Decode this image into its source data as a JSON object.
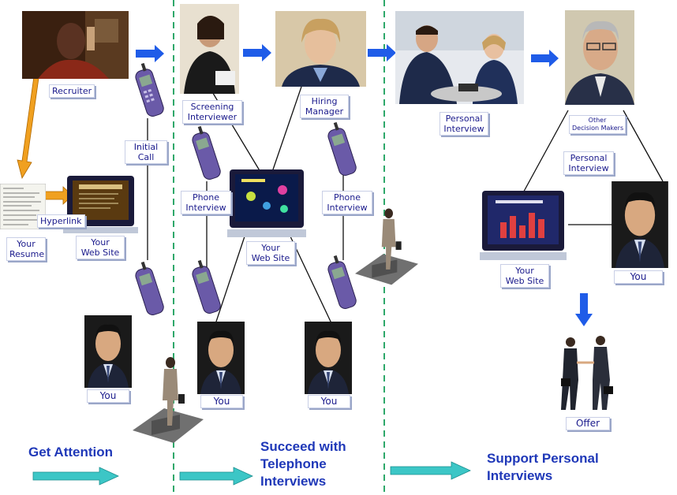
{
  "labels": {
    "recruiter": "Recruiter",
    "initial_call_1": "Initial",
    "initial_call_2": "Call",
    "screening_1": "Screening",
    "screening_2": "Interviewer",
    "hiring_1": "Hiring",
    "hiring_2": "Manager",
    "personal_1": "Personal",
    "personal_2": "Interview",
    "other_1": "Other",
    "other_2": "Decision Makers",
    "personal_interview_right_1": "Personal",
    "personal_interview_right_2": "Interview",
    "hyperlink": "Hyperlink",
    "your_resume_1": "Your",
    "your_resume_2": "Resume",
    "web_site_a_1": "Your",
    "web_site_a_2": "Web Site",
    "phone_interview_a_1": "Phone",
    "phone_interview_a_2": "Interview",
    "web_site_b_1": "Your",
    "web_site_b_2": "Web Site",
    "phone_interview_b_1": "Phone",
    "phone_interview_b_2": "Interview",
    "web_site_c_1": "Your",
    "web_site_c_2": "Web Site",
    "you_1": "You",
    "you_2": "You",
    "you_3": "You",
    "you_4": "You",
    "offer": "Offer"
  },
  "phases": {
    "get_attention": "Get Attention",
    "telephone_1": "Succeed with",
    "telephone_2": "Telephone",
    "telephone_3": "Interviews",
    "personal_1": "Support Personal",
    "personal_2": "Interviews"
  },
  "colors": {
    "flow_arrow": "#1f5ce8",
    "resume_arrow": "#f0a020",
    "phase_arrow": "#3cc6c6",
    "divider": "#2ea86a",
    "label_text": "#1a1a8c",
    "phase_text": "#1f38b8"
  }
}
